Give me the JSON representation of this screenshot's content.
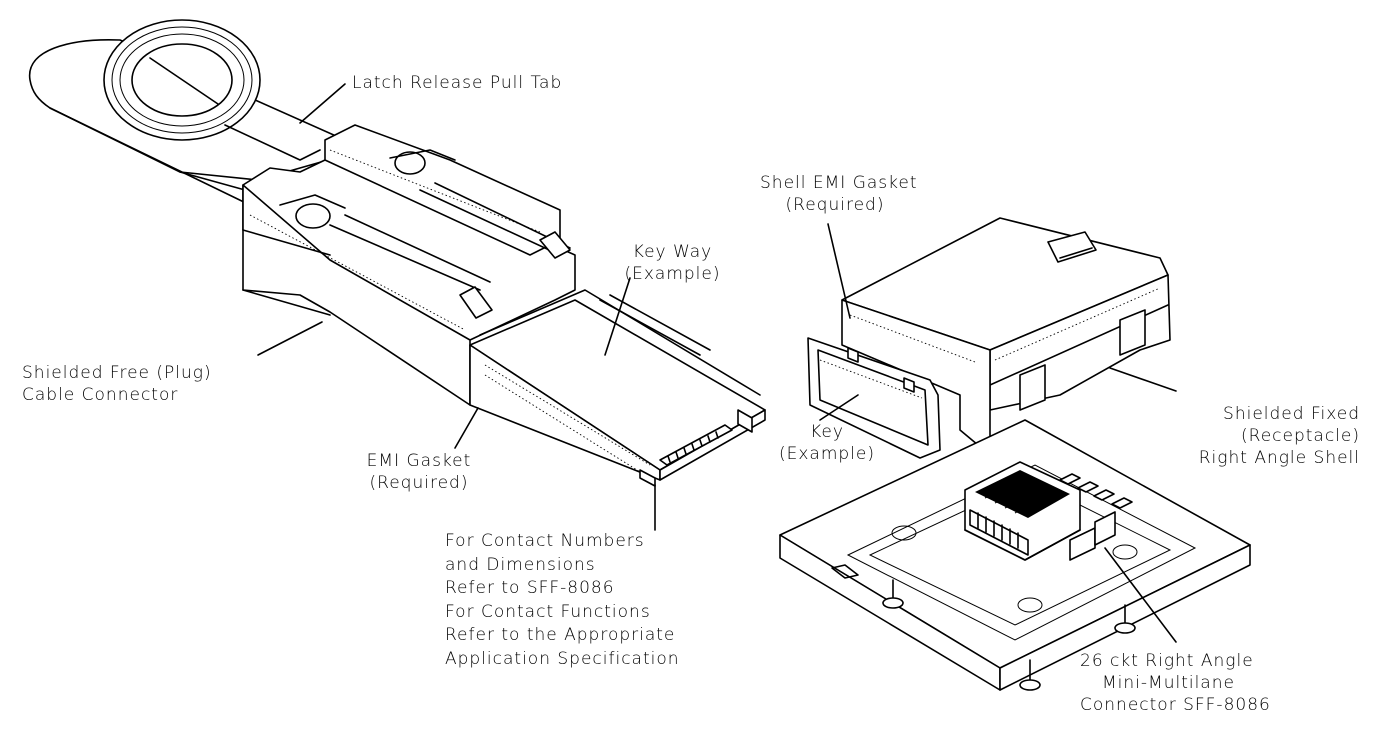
{
  "labels": {
    "latch_release": "Latch Release Pull Tab",
    "shell_emi_line1": "Shell EMI Gasket",
    "shell_emi_line2": "(Required)",
    "key_way_line1": "Key Way",
    "key_way_line2": "(Example)",
    "plug_line1": "Shielded Free (Plug)",
    "plug_line2": "Cable Connector",
    "emi_gasket_line1": "EMI Gasket",
    "emi_gasket_line2": "(Required)",
    "key_line1": "Key",
    "key_line2": "(Example)",
    "receptacle_line1": "Shielded Fixed",
    "receptacle_line2": "(Receptacle)",
    "receptacle_line3": "Right Angle Shell",
    "contact_notes": [
      "For Contact Numbers",
      "and Dimensions",
      "Refer to SFF-8086",
      "For Contact Functions",
      "Refer to the Appropriate",
      "Application Specification"
    ],
    "connector_line1": "26 ckt Right Angle",
    "connector_line2": "Mini-Multilane",
    "connector_line3": "Connector SFF-8086"
  }
}
